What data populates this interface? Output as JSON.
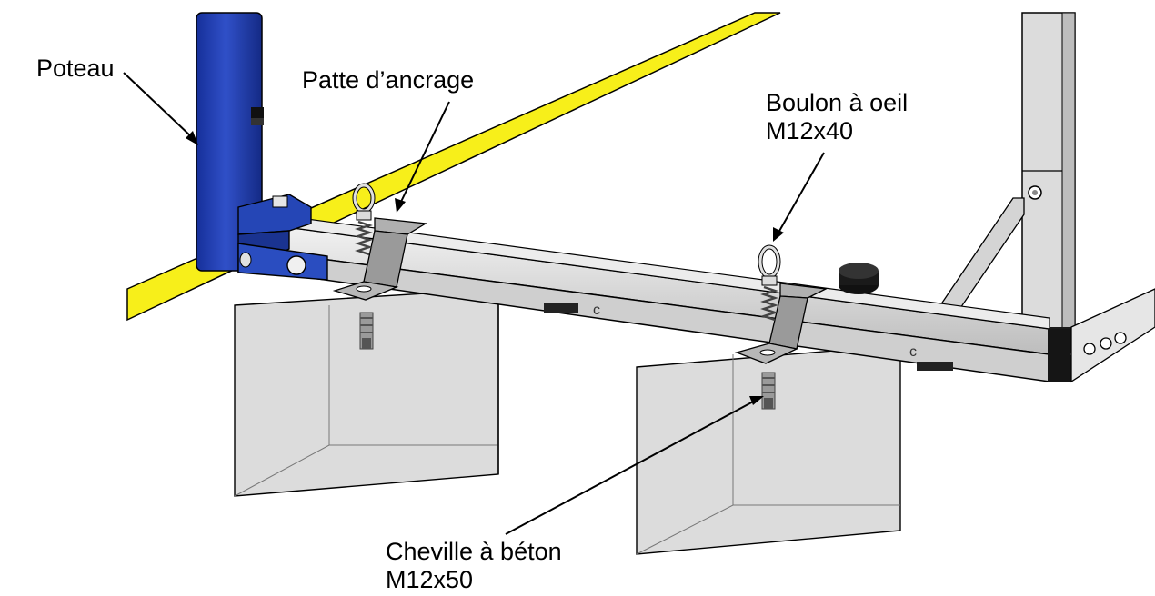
{
  "callouts": {
    "poteau": {
      "lines": [
        "Poteau"
      ]
    },
    "patte": {
      "lines": [
        "Patte d’ancrage"
      ]
    },
    "boulon": {
      "lines": [
        "Boulon à oeil",
        "M12x40"
      ]
    },
    "cheville": {
      "lines": [
        "Cheville à béton",
        "M12x50"
      ]
    }
  },
  "colors": {
    "post_blue": "#1f3ea8",
    "rail_yellow": "#f7ef1a",
    "frame_gray": "#d6d6d6",
    "bracket_gray": "#9a9a9a",
    "concrete": "#cfcfcf",
    "outline": "#000000"
  },
  "icons": [
    "eye-bolt-icon",
    "concrete-anchor-icon",
    "knob-icon",
    "anchor-bracket-icon"
  ]
}
